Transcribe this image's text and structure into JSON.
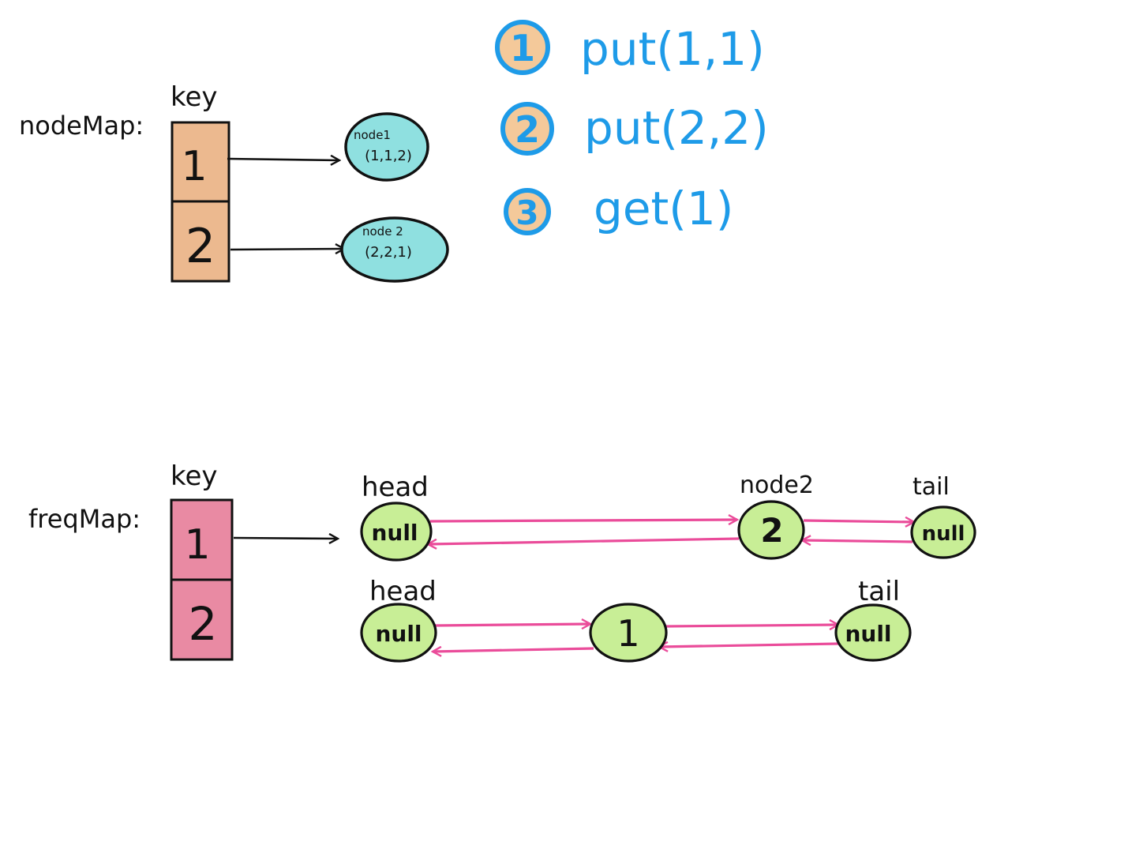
{
  "steps": [
    {
      "num": "1",
      "text": "put(1,1)"
    },
    {
      "num": "2",
      "text": "put(2,2)"
    },
    {
      "num": "3",
      "text": "get(1)"
    }
  ],
  "nodeMap": {
    "label": "nodeMap:",
    "key_header": "key",
    "keys": [
      "1",
      "2"
    ],
    "nodes": [
      {
        "name": "node1",
        "value": "(1,1,2)"
      },
      {
        "name": "node 2",
        "value": "(2,2,1)"
      }
    ]
  },
  "freqMap": {
    "label": "freqMap:",
    "key_header": "key",
    "keys": [
      "1",
      "2"
    ],
    "list1": {
      "head_label": "head",
      "head_text": "null",
      "node_label": "node2",
      "node_text": "2",
      "tail_label": "tail",
      "tail_text": "null"
    },
    "list2": {
      "head_label": "head",
      "head_text": "null",
      "node_text": "1",
      "tail_label": "tail",
      "tail_text": "null"
    }
  },
  "colors": {
    "step_circle": "#f4c99a",
    "step_blue": "#1e9be8",
    "nodemap_cell": "#ecb98f",
    "freqmap_cell": "#e98aa3",
    "node_ellipse": "#8fe0e0",
    "list_node": "#c8ee96",
    "link_arrow": "#ea4c9a"
  }
}
